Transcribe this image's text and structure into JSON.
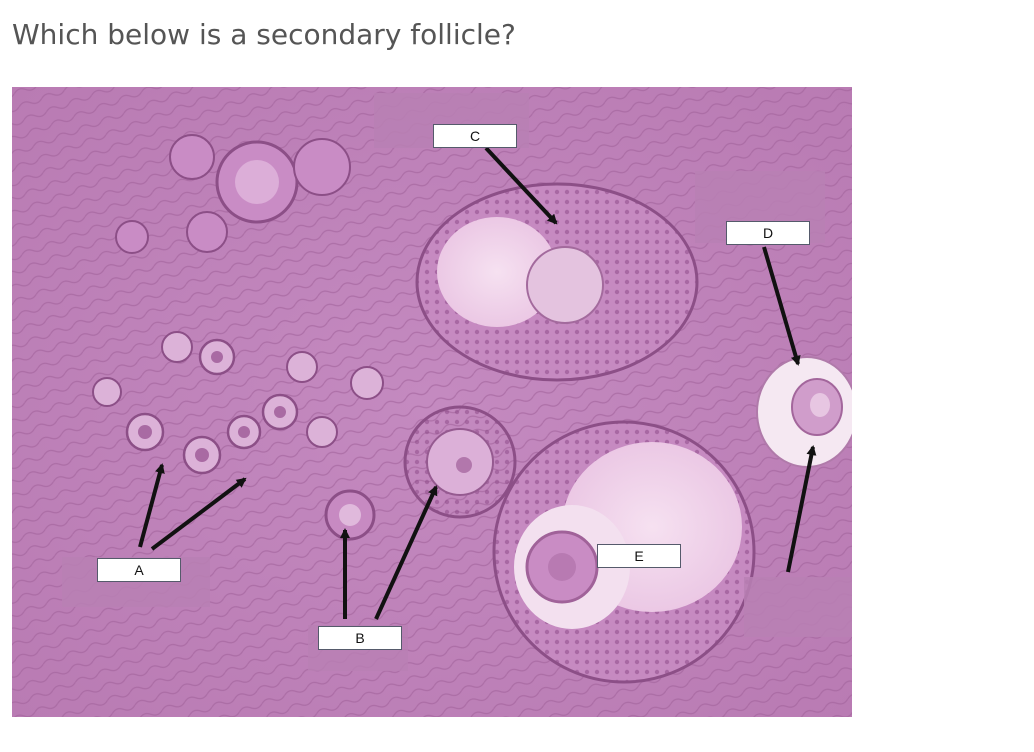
{
  "question": {
    "text": "Which below is a secondary follicle?"
  },
  "figure": {
    "labels": {
      "a": "A",
      "b": "B",
      "c": "C",
      "d": "D",
      "e": "E"
    },
    "colors": {
      "tissue": "#c88fc4",
      "tissue_dark": "#a9689f",
      "fluid": "#f0d4ea",
      "arrow": "#111111",
      "label_border": "#555a6b"
    }
  }
}
